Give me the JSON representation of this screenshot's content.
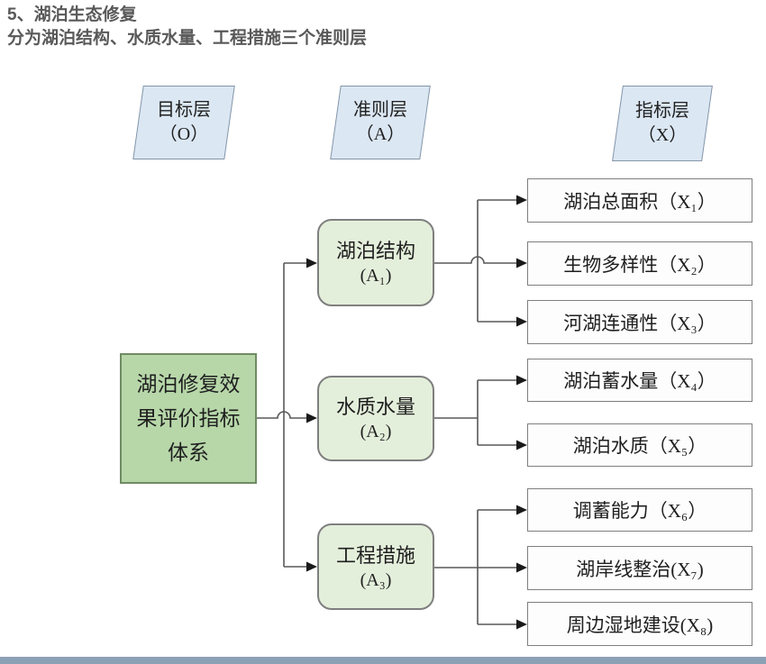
{
  "page": {
    "title": "5、湖泊生态修复",
    "subtitle": "分为湖泊结构、水质水量、工程措施三个准则层"
  },
  "diagram": {
    "layers": [
      {
        "label": "目标层",
        "code": "（O）"
      },
      {
        "label": "准则层",
        "code": "（A）"
      },
      {
        "label": "指标层",
        "code": "（X）"
      }
    ],
    "goal": {
      "label": "湖泊修复效\n果评价指标\n体系"
    },
    "criteria": [
      {
        "label": "湖泊结构",
        "code": "(A₁)"
      },
      {
        "label": "水质水量",
        "code": "(A₂)"
      },
      {
        "label": "工程措施",
        "code": "(A₃)"
      }
    ],
    "indicators": [
      {
        "label": "湖泊总面积（X₁）"
      },
      {
        "label": "生物多样性（X₂）"
      },
      {
        "label": "河湖连通性（X₃）"
      },
      {
        "label": "湖泊蓄水量（X₄）"
      },
      {
        "label": "湖泊水质（X₅）"
      },
      {
        "label": "调蓄能力（X₆）"
      },
      {
        "label": "湖岸线整治(X₇)"
      },
      {
        "label": "周边湿地建设(X₈)"
      }
    ],
    "colors": {
      "layer_fill": "#dbe7f3",
      "goal_fill": "#b7d7a9",
      "criteria_fill": "#e4efdb",
      "indicator_fill": "#fdfdfd",
      "line": "#595959",
      "title_text": "#595959",
      "bottom_bar": "#8ba1b5"
    }
  }
}
